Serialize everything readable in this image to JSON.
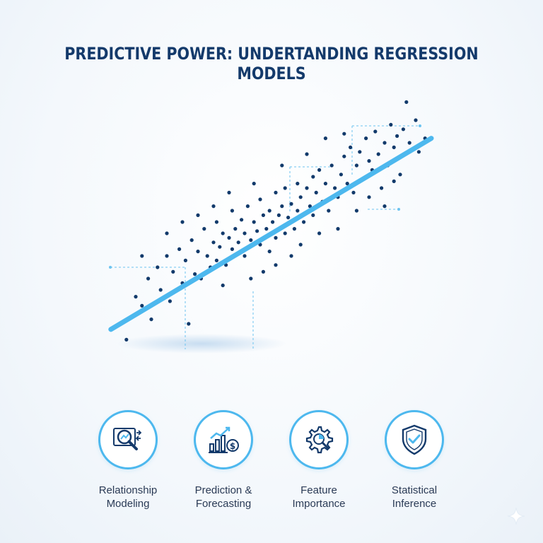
{
  "title": "PREDICTIVE POWER: UNDERTANDING REGRESSION MODELS",
  "colors": {
    "title": "#143a6b",
    "points": "#123a6b",
    "regression_line": "#4db8ee",
    "guide_lines": "#6cc3f0",
    "icon_ring": "#4db8ee",
    "icon_stroke": "#143a6b"
  },
  "chart_data": {
    "type": "scatter",
    "title": "PREDICTIVE POWER: UNDERTANDING REGRESSION MODELS",
    "xlabel": "",
    "ylabel": "",
    "grid": false,
    "regression_line": {
      "slope": 0.82,
      "intercept": 0.1
    },
    "points": [
      [
        0.02,
        0.03
      ],
      [
        0.05,
        0.22
      ],
      [
        0.07,
        0.18
      ],
      [
        0.09,
        0.3
      ],
      [
        0.1,
        0.12
      ],
      [
        0.12,
        0.35
      ],
      [
        0.13,
        0.25
      ],
      [
        0.15,
        0.4
      ],
      [
        0.16,
        0.2
      ],
      [
        0.17,
        0.33
      ],
      [
        0.19,
        0.43
      ],
      [
        0.2,
        0.28
      ],
      [
        0.21,
        0.38
      ],
      [
        0.22,
        0.1
      ],
      [
        0.23,
        0.47
      ],
      [
        0.24,
        0.32
      ],
      [
        0.25,
        0.42
      ],
      [
        0.26,
        0.3
      ],
      [
        0.27,
        0.52
      ],
      [
        0.28,
        0.4
      ],
      [
        0.29,
        0.35
      ],
      [
        0.3,
        0.46
      ],
      [
        0.31,
        0.55
      ],
      [
        0.31,
        0.38
      ],
      [
        0.32,
        0.44
      ],
      [
        0.33,
        0.5
      ],
      [
        0.34,
        0.36
      ],
      [
        0.35,
        0.48
      ],
      [
        0.36,
        0.6
      ],
      [
        0.36,
        0.43
      ],
      [
        0.37,
        0.52
      ],
      [
        0.38,
        0.46
      ],
      [
        0.39,
        0.56
      ],
      [
        0.4,
        0.4
      ],
      [
        0.4,
        0.5
      ],
      [
        0.41,
        0.62
      ],
      [
        0.42,
        0.47
      ],
      [
        0.43,
        0.55
      ],
      [
        0.44,
        0.51
      ],
      [
        0.45,
        0.65
      ],
      [
        0.45,
        0.45
      ],
      [
        0.46,
        0.58
      ],
      [
        0.47,
        0.52
      ],
      [
        0.48,
        0.42
      ],
      [
        0.48,
        0.6
      ],
      [
        0.49,
        0.55
      ],
      [
        0.5,
        0.68
      ],
      [
        0.5,
        0.48
      ],
      [
        0.51,
        0.58
      ],
      [
        0.52,
        0.62
      ],
      [
        0.53,
        0.5
      ],
      [
        0.53,
        0.7
      ],
      [
        0.54,
        0.57
      ],
      [
        0.55,
        0.63
      ],
      [
        0.56,
        0.52
      ],
      [
        0.57,
        0.72
      ],
      [
        0.57,
        0.6
      ],
      [
        0.58,
        0.66
      ],
      [
        0.59,
        0.55
      ],
      [
        0.6,
        0.7
      ],
      [
        0.61,
        0.62
      ],
      [
        0.62,
        0.75
      ],
      [
        0.62,
        0.58
      ],
      [
        0.63,
        0.68
      ],
      [
        0.64,
        0.78
      ],
      [
        0.65,
        0.64
      ],
      [
        0.66,
        0.72
      ],
      [
        0.67,
        0.6
      ],
      [
        0.68,
        0.8
      ],
      [
        0.69,
        0.7
      ],
      [
        0.7,
        0.66
      ],
      [
        0.71,
        0.76
      ],
      [
        0.72,
        0.84
      ],
      [
        0.73,
        0.72
      ],
      [
        0.74,
        0.88
      ],
      [
        0.75,
        0.68
      ],
      [
        0.76,
        0.8
      ],
      [
        0.77,
        0.86
      ],
      [
        0.78,
        0.74
      ],
      [
        0.79,
        0.92
      ],
      [
        0.8,
        0.82
      ],
      [
        0.81,
        0.78
      ],
      [
        0.82,
        0.95
      ],
      [
        0.83,
        0.85
      ],
      [
        0.84,
        0.7
      ],
      [
        0.85,
        0.9
      ],
      [
        0.86,
        0.8
      ],
      [
        0.87,
        0.98
      ],
      [
        0.88,
        0.88
      ],
      [
        0.89,
        0.93
      ],
      [
        0.9,
        0.76
      ],
      [
        0.91,
        0.96
      ],
      [
        0.93,
        0.9
      ],
      [
        0.95,
        1.0
      ],
      [
        0.96,
        0.86
      ],
      [
        0.98,
        0.92
      ],
      [
        0.25,
        0.58
      ],
      [
        0.33,
        0.27
      ],
      [
        0.43,
        0.72
      ],
      [
        0.46,
        0.33
      ],
      [
        0.55,
        0.4
      ],
      [
        0.6,
        0.85
      ],
      [
        0.7,
        0.52
      ],
      [
        0.76,
        0.6
      ],
      [
        0.15,
        0.5
      ],
      [
        0.2,
        0.55
      ],
      [
        0.35,
        0.68
      ],
      [
        0.52,
        0.8
      ],
      [
        0.58,
        0.45
      ],
      [
        0.66,
        0.92
      ],
      [
        0.85,
        0.62
      ],
      [
        0.92,
        1.08
      ],
      [
        0.07,
        0.4
      ],
      [
        0.3,
        0.62
      ],
      [
        0.42,
        0.3
      ],
      [
        0.5,
        0.36
      ],
      [
        0.64,
        0.5
      ],
      [
        0.72,
        0.94
      ],
      [
        0.8,
        0.66
      ],
      [
        0.88,
        0.73
      ]
    ]
  },
  "features": [
    {
      "icon": "magnifier-relationship-icon",
      "line1": "Relationship",
      "line2": "Modeling"
    },
    {
      "icon": "growth-chart-dollar-icon",
      "line1": "Prediction &",
      "line2": "Forecasting"
    },
    {
      "icon": "gear-magnifier-icon",
      "line1": "Feature",
      "line2": "Importance"
    },
    {
      "icon": "shield-check-icon",
      "line1": "Statistical",
      "line2": "Inference"
    }
  ]
}
